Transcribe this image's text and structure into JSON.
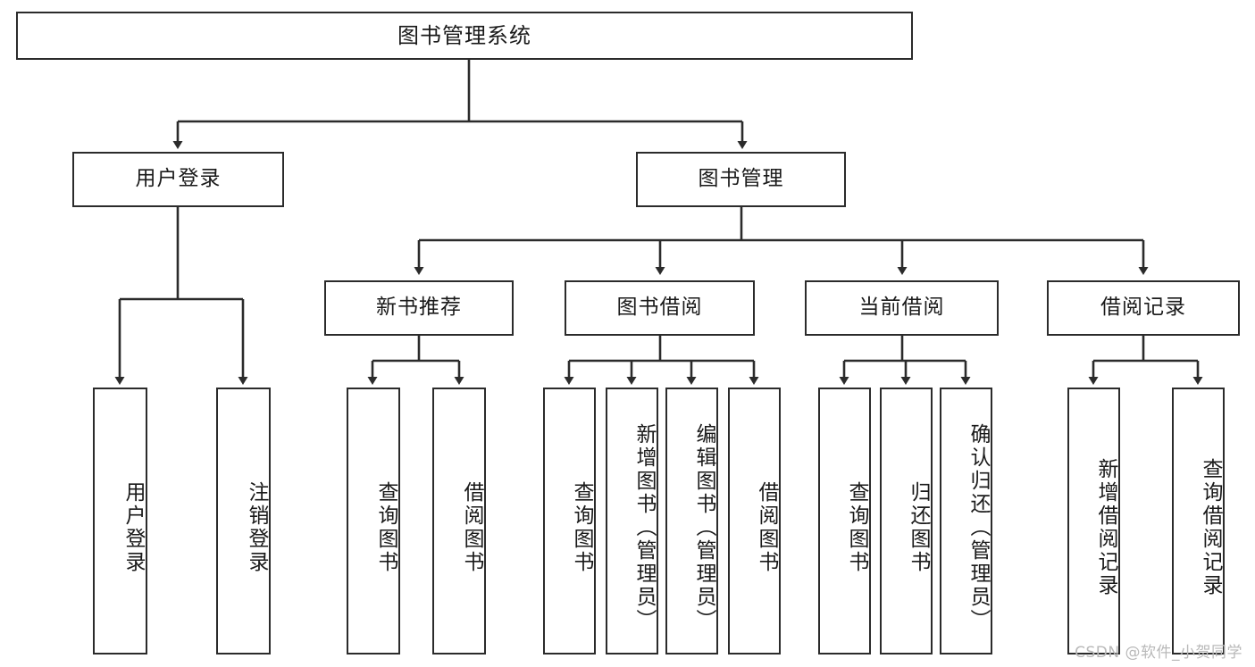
{
  "diagram": {
    "type": "tree",
    "title": "图书管理系统",
    "root": {
      "id": "root",
      "label": "图书管理系统",
      "orientation": "horizontal"
    },
    "level2": [
      {
        "id": "user-login",
        "label": "用户登录",
        "orientation": "horizontal"
      },
      {
        "id": "book-management",
        "label": "图书管理",
        "orientation": "horizontal"
      }
    ],
    "level3": [
      {
        "id": "new-book-recommend",
        "label": "新书推荐",
        "orientation": "horizontal",
        "parent": "book-management"
      },
      {
        "id": "book-borrow",
        "label": "图书借阅",
        "orientation": "horizontal",
        "parent": "book-management"
      },
      {
        "id": "current-borrow",
        "label": "当前借阅",
        "orientation": "horizontal",
        "parent": "book-management"
      },
      {
        "id": "borrow-record",
        "label": "借阅记录",
        "orientation": "horizontal",
        "parent": "book-management"
      }
    ],
    "leaves": [
      {
        "id": "leaf-user-login",
        "label": "用户登录",
        "parent": "user-login",
        "orientation": "vertical"
      },
      {
        "id": "leaf-user-logout",
        "label": "注销登录",
        "parent": "user-login",
        "orientation": "vertical"
      },
      {
        "id": "leaf-query-book-1",
        "label": "查询图书",
        "parent": "new-book-recommend",
        "orientation": "vertical"
      },
      {
        "id": "leaf-borrow-book-1",
        "label": "借阅图书",
        "parent": "new-book-recommend",
        "orientation": "vertical"
      },
      {
        "id": "leaf-query-book-2",
        "label": "查询图书",
        "parent": "book-borrow",
        "orientation": "vertical"
      },
      {
        "id": "leaf-add-book",
        "label": "新增图书（管理员）",
        "parent": "book-borrow",
        "orientation": "vertical"
      },
      {
        "id": "leaf-edit-book",
        "label": "编辑图书（管理员）",
        "parent": "book-borrow",
        "orientation": "vertical"
      },
      {
        "id": "leaf-borrow-book-2",
        "label": "借阅图书",
        "parent": "book-borrow",
        "orientation": "vertical"
      },
      {
        "id": "leaf-query-book-3",
        "label": "查询图书",
        "parent": "current-borrow",
        "orientation": "vertical"
      },
      {
        "id": "leaf-return-book",
        "label": "归还图书",
        "parent": "current-borrow",
        "orientation": "vertical"
      },
      {
        "id": "leaf-confirm-return",
        "label": "确认归还（管理员）",
        "parent": "current-borrow",
        "orientation": "vertical"
      },
      {
        "id": "leaf-add-record",
        "label": "新增借阅记录",
        "parent": "borrow-record",
        "orientation": "vertical"
      },
      {
        "id": "leaf-query-record",
        "label": "查询借阅记录",
        "parent": "borrow-record",
        "orientation": "vertical"
      }
    ],
    "colors": {
      "stroke": "#2b2b2b",
      "fill": "#ffffff",
      "text": "#1a1a1a",
      "watermark": "#b9b9b9"
    }
  },
  "watermark": {
    "text": "CSDN @软件_小贺同学"
  }
}
